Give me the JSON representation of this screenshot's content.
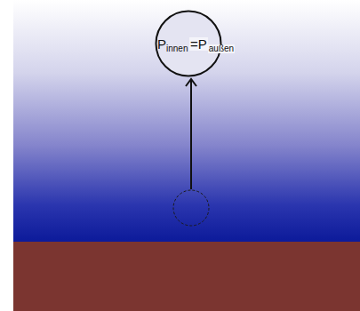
{
  "diagram": {
    "nodes": [
      {
        "text": [
          "P",
          "innen"
        ]
      }
    ],
    "labels": [
      "=P",
      "außen"
    ]
  }
}
